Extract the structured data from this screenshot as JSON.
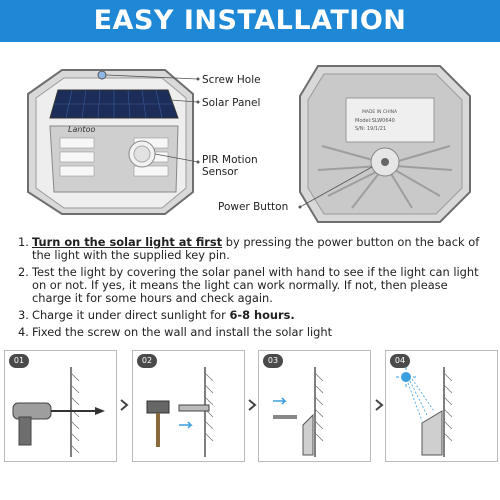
{
  "header": {
    "title": "EASY INSTALLATION"
  },
  "product": {
    "brand": "Lantoo",
    "back_label": "MADE IN CHINA\nModel:SLW0640\nS/N: 19/1/21",
    "callouts": {
      "screw_hole": "Screw Hole",
      "solar_panel": "Solar Panel",
      "pir_line1": "PIR Motion",
      "pir_line2": "Sensor",
      "power_button": "Power Button"
    }
  },
  "steps": [
    {
      "num": "1.",
      "highlight": "Turn on the solar light at first",
      "text": " by pressing the power button on the back of the light with the supplied key pin."
    },
    {
      "num": "2.",
      "text": "Test the light by covering the solar panel with hand to see if the light can light on or not. If yes, it means the light can work normally. If not, then please charge it for some hours and check again."
    },
    {
      "num": "3.",
      "text": "Charge it under direct sunlight for ",
      "bold": "6-8 hours."
    },
    {
      "num": "4.",
      "text": "Fixed the screw on the wall and install the solar light"
    }
  ],
  "panels": [
    {
      "badge": "01",
      "icon": "drill-icon"
    },
    {
      "badge": "02",
      "icon": "hammer-icon"
    },
    {
      "badge": "03",
      "icon": "screw-icon"
    },
    {
      "badge": "04",
      "icon": "sun-icon"
    }
  ],
  "colors": {
    "banner": "#1e88d6",
    "accent": "#3a9fe0"
  }
}
